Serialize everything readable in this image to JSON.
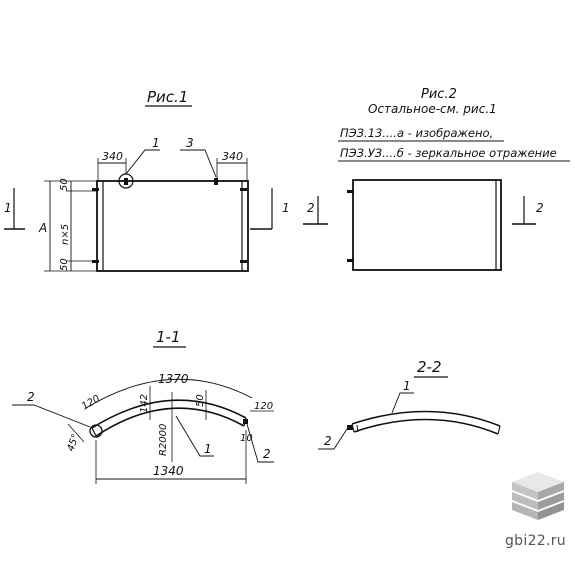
{
  "figure1": {
    "title": "Рис.1",
    "callouts": {
      "one": "1",
      "three": "3"
    },
    "dims": {
      "left_top": "340",
      "right_top": "340",
      "height": "A",
      "top_offset": "50",
      "pitch": "n×5",
      "bottom_offset": "50"
    },
    "section_marks": {
      "left": "1",
      "right": "1"
    }
  },
  "figure2": {
    "title": "Рис.2",
    "subtitle": "Остальное-см. рис.1",
    "note_a": "ПЭЗ.13....а - изображено,",
    "note_b": "ПЭЗ.УЗ....б - зеркальное отражение",
    "section_marks": {
      "left": "2",
      "right": "2"
    }
  },
  "section11": {
    "title": "1-1",
    "dims": {
      "arc": "1370",
      "chord": "1340",
      "end_left": "120",
      "end_right": "120",
      "thick": "142",
      "depth": "50",
      "radius": "R2000",
      "angle": "45°",
      "pin": "10"
    },
    "callouts": {
      "left": "2",
      "mid": "1",
      "right": "2"
    }
  },
  "section22": {
    "title": "2-2",
    "callouts": {
      "top": "1",
      "left": "2"
    }
  },
  "watermark": {
    "site": "gbi22.ru"
  }
}
